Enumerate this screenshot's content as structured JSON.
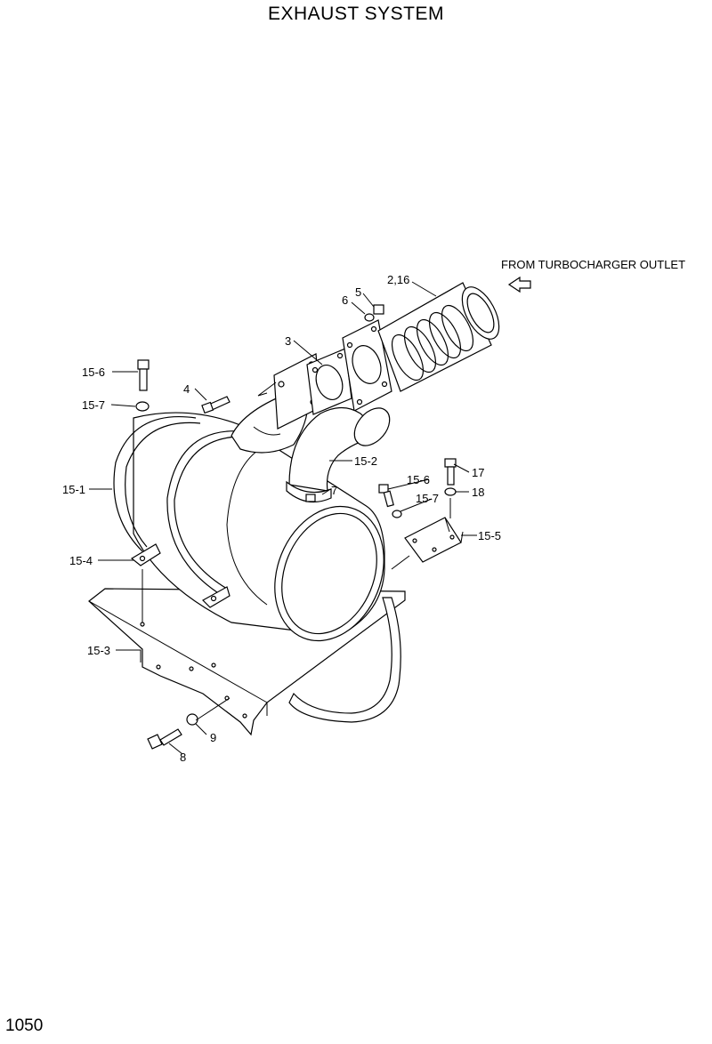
{
  "header": {
    "title": "EXHAUST SYSTEM"
  },
  "note": {
    "text": "FROM TURBOCHARGER OUTLET"
  },
  "callouts": {
    "c2_16": "2,16",
    "c5": "5",
    "c6": "6",
    "c3": "3",
    "c4": "4",
    "c15_6a": "15-6",
    "c15_7a": "15-7",
    "c15_1": "15-1",
    "c15_4": "15-4",
    "c15_3": "15-3",
    "c15_2": "15-2",
    "c7": "7",
    "c15_6b": "15-6",
    "c15_7b": "15-7",
    "c17": "17",
    "c18": "18",
    "c15_5": "15-5",
    "c9": "9",
    "c8": "8"
  },
  "footer": {
    "page_number": "1050"
  }
}
